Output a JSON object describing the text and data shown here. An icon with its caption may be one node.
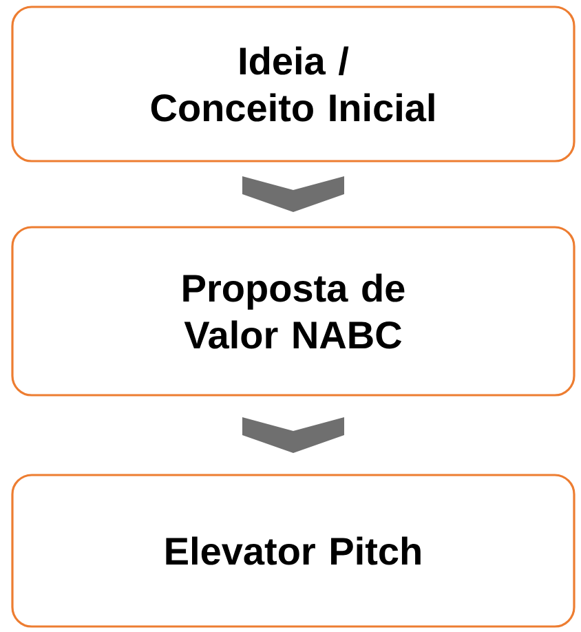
{
  "diagram": {
    "nodes": [
      {
        "text": [
          "Ideia / Conceito Inicial"
        ]
      },
      {
        "text": [
          "Proposta de Valor NABC"
        ]
      },
      {
        "text": [
          "Elevator Pitch"
        ]
      }
    ],
    "edges": [
      {
        "from": 0,
        "to": 1,
        "arrow": "to"
      },
      {
        "from": 1,
        "to": 2,
        "arrow": "to"
      }
    ]
  }
}
